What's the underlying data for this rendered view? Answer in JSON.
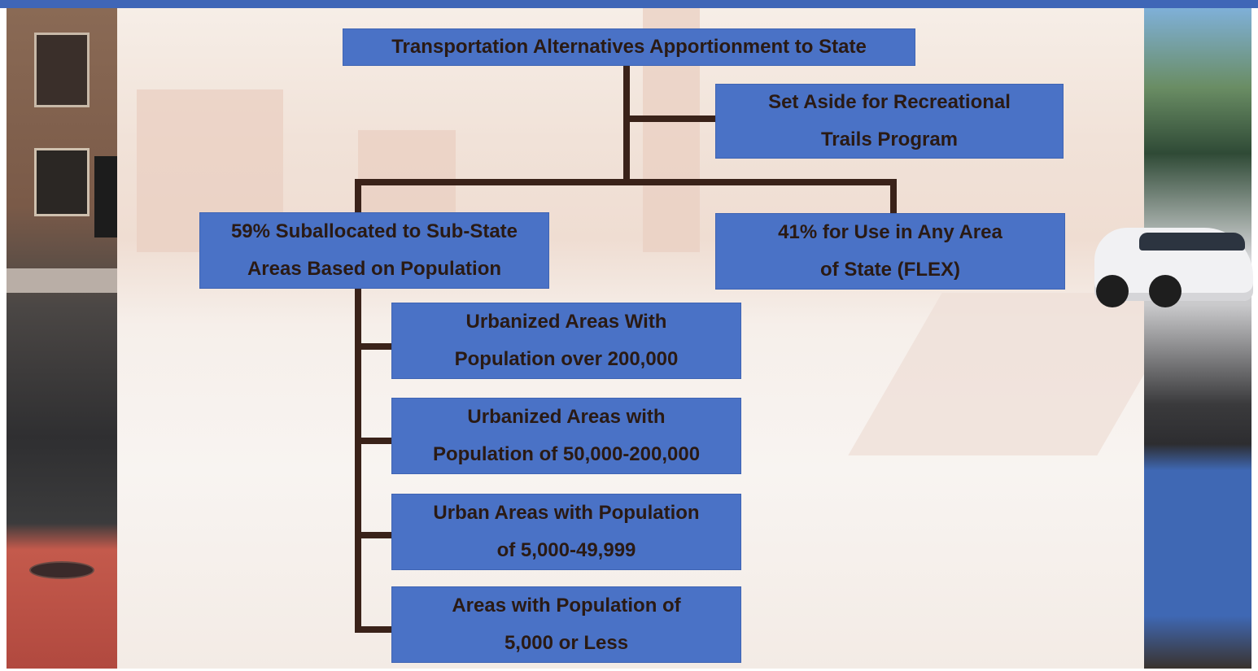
{
  "diagram": {
    "root": "Transportation Alternatives Apportionment to State",
    "set_aside": [
      "Set Aside for Recreational",
      "Trails Program"
    ],
    "suballocated": [
      "59% Suballocated to Sub-State",
      "Areas Based on Population"
    ],
    "flex": [
      "41% for Use in Any Area",
      "of State (FLEX)"
    ],
    "sub_areas": [
      [
        "Urbanized Areas With",
        "Population over 200,000"
      ],
      [
        "Urbanized Areas with",
        "Population of 50,000-200,000"
      ],
      [
        "Urban Areas with Population",
        "of 5,000-49,999"
      ],
      [
        "Areas with Population of",
        "5,000 or Less"
      ]
    ]
  },
  "colors": {
    "box_fill": "#4a72c6",
    "connector": "#3a2219",
    "text": "#2a1a14"
  }
}
